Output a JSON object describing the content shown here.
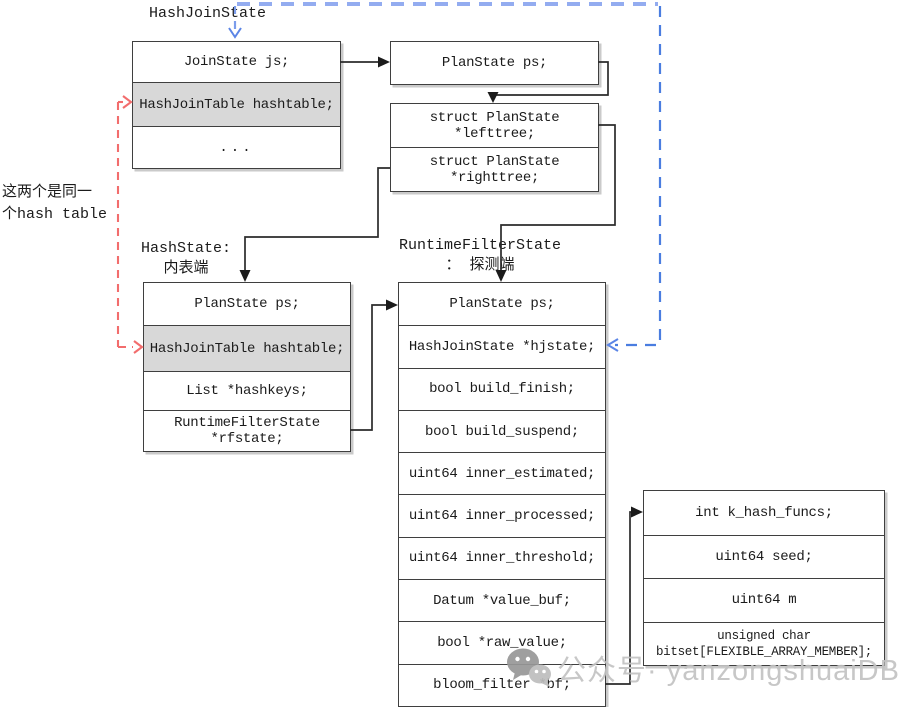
{
  "annotations": {
    "hashjoinstate_label": "HashJoinState",
    "hashstate_label": "HashState:\n内表端",
    "rfs_label": "RuntimeFilterState\n： 探测端",
    "note": "这两个是同一\n个hash table"
  },
  "boxes": {
    "hash_join_state": {
      "rows": [
        {
          "text": "JoinState  js;",
          "highlight": false
        },
        {
          "text": "HashJoinTable hashtable;",
          "highlight": true
        },
        {
          "text": "...",
          "highlight": false
        }
      ]
    },
    "plan_state": {
      "rows": [
        {
          "text": "PlanState  ps;",
          "highlight": false
        }
      ]
    },
    "plan_subtrees": {
      "rows": [
        {
          "text": "struct PlanState\n*lefttree;",
          "highlight": false
        },
        {
          "text": "struct PlanState\n*righttree;",
          "highlight": false
        }
      ]
    },
    "hash_state": {
      "rows": [
        {
          "text": "PlanState  ps;",
          "highlight": false
        },
        {
          "text": "HashJoinTable hashtable;",
          "highlight": true
        },
        {
          "text": "List *hashkeys;",
          "highlight": false
        },
        {
          "text": "RuntimeFilterState\n*rfstate;",
          "highlight": false
        }
      ]
    },
    "runtime_filter_state": {
      "rows": [
        {
          "text": "PlanState  ps;",
          "highlight": false
        },
        {
          "text": "HashJoinState *hjstate;",
          "highlight": false
        },
        {
          "text": "bool build_finish;",
          "highlight": false
        },
        {
          "text": "bool build_suspend;",
          "highlight": false
        },
        {
          "text": "uint64 inner_estimated;",
          "highlight": false
        },
        {
          "text": "uint64 inner_processed;",
          "highlight": false
        },
        {
          "text": "uint64 inner_threshold;",
          "highlight": false
        },
        {
          "text": "Datum *value_buf;",
          "highlight": false
        },
        {
          "text": "bool  *raw_value;",
          "highlight": false
        },
        {
          "text": "bloom_filter *bf;",
          "highlight": false
        }
      ]
    },
    "bloom_filter": {
      "rows": [
        {
          "text": "int k_hash_funcs;",
          "highlight": false
        },
        {
          "text": "uint64 seed;",
          "highlight": false
        },
        {
          "text": "uint64 m",
          "highlight": false
        },
        {
          "text": "unsigned char\nbitset[FLEXIBLE_ARRAY_MEMBER];",
          "highlight": false
        }
      ]
    }
  },
  "watermark": {
    "icon": "wechat-icon",
    "text": "公众号· yanzongshuaiDBA"
  },
  "colors": {
    "blue_dashed": "#4a7de0",
    "red_dashed": "#f26d6d",
    "highlight_fill": "#d8d8d8",
    "watermark_text": "#c3c3c3"
  }
}
